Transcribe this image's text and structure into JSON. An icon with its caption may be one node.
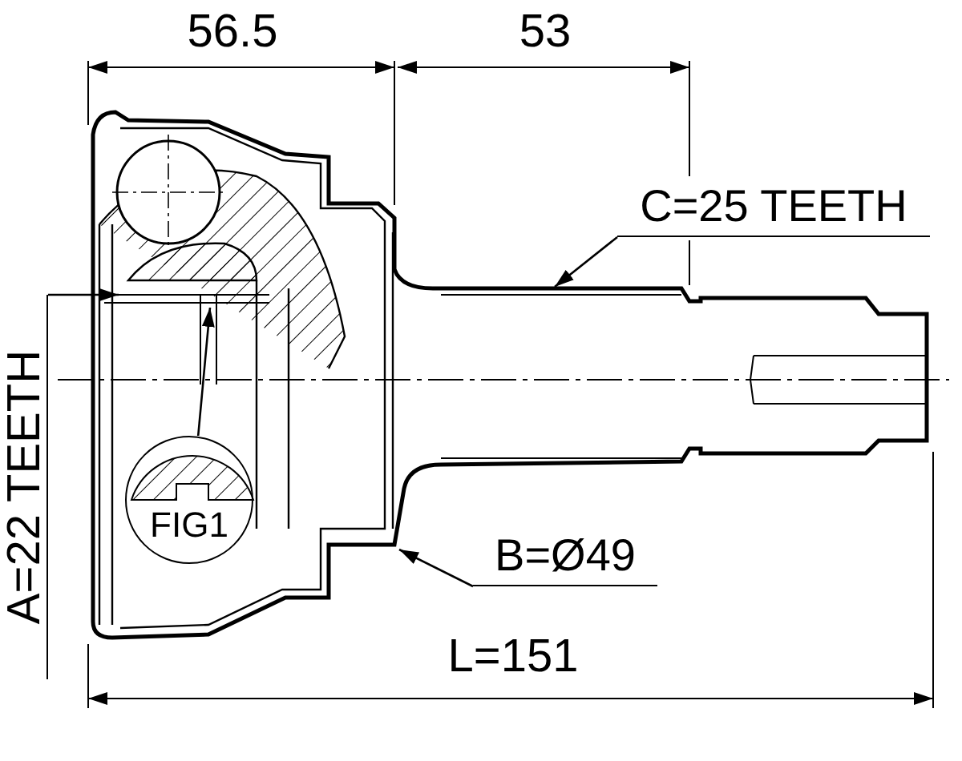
{
  "diagram": {
    "nodes": [
      {
        "text": [
          "A=22 TEETH"
        ]
      },
      {
        "text": [
          "FIG1"
        ]
      },
      {
        "text": [
          "C=25 TEETH"
        ]
      },
      {
        "text": [
          "B=Ø49"
        ]
      }
    ],
    "edges": [
      {
        "from": 0,
        "to": null,
        "arrow": "to"
      },
      {
        "from": 1,
        "to": null,
        "arrow": "to"
      },
      {
        "from": 2,
        "to": null,
        "arrow": "to"
      },
      {
        "from": 3,
        "to": null,
        "arrow": "to"
      }
    ],
    "labels": [
      "56.5",
      "53",
      "L=151"
    ]
  }
}
